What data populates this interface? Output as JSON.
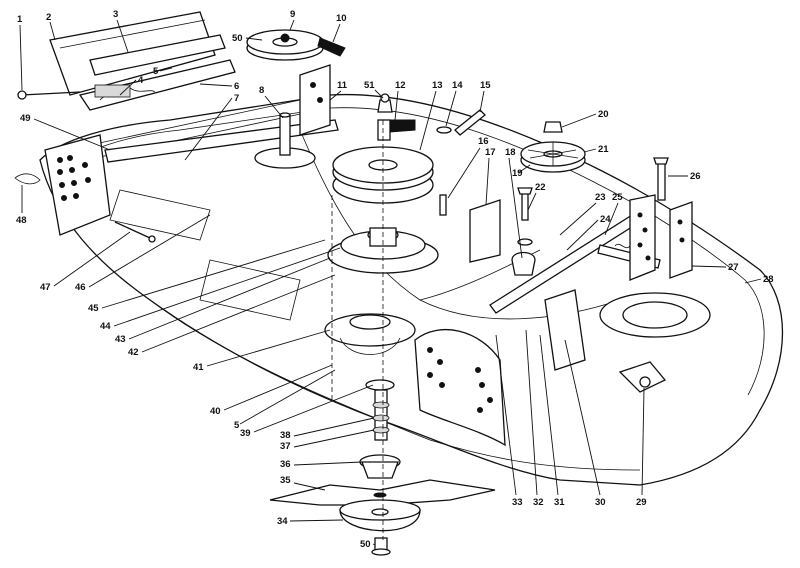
{
  "labels": [
    {
      "id": "l1",
      "text": "1"
    },
    {
      "id": "l2",
      "text": "2"
    },
    {
      "id": "l3",
      "text": "3"
    },
    {
      "id": "l4",
      "text": "4"
    },
    {
      "id": "l5a",
      "text": "5"
    },
    {
      "id": "l6",
      "text": "6"
    },
    {
      "id": "l7",
      "text": "7"
    },
    {
      "id": "l8",
      "text": "8"
    },
    {
      "id": "l9",
      "text": "9"
    },
    {
      "id": "l10",
      "text": "10"
    },
    {
      "id": "l11",
      "text": "11"
    },
    {
      "id": "l12",
      "text": "12"
    },
    {
      "id": "l13",
      "text": "13"
    },
    {
      "id": "l14",
      "text": "14"
    },
    {
      "id": "l15",
      "text": "15"
    },
    {
      "id": "l16",
      "text": "16"
    },
    {
      "id": "l17",
      "text": "17"
    },
    {
      "id": "l18",
      "text": "18"
    },
    {
      "id": "l19",
      "text": "19"
    },
    {
      "id": "l20",
      "text": "20"
    },
    {
      "id": "l21",
      "text": "21"
    },
    {
      "id": "l22",
      "text": "22"
    },
    {
      "id": "l23",
      "text": "23"
    },
    {
      "id": "l24",
      "text": "24"
    },
    {
      "id": "l25",
      "text": "25"
    },
    {
      "id": "l26",
      "text": "26"
    },
    {
      "id": "l27",
      "text": "27"
    },
    {
      "id": "l28",
      "text": "28"
    },
    {
      "id": "l29",
      "text": "29"
    },
    {
      "id": "l30",
      "text": "30"
    },
    {
      "id": "l31",
      "text": "31"
    },
    {
      "id": "l32",
      "text": "32"
    },
    {
      "id": "l33",
      "text": "33"
    },
    {
      "id": "l34",
      "text": "34"
    },
    {
      "id": "l35",
      "text": "35"
    },
    {
      "id": "l36",
      "text": "36"
    },
    {
      "id": "l37",
      "text": "37"
    },
    {
      "id": "l38",
      "text": "38"
    },
    {
      "id": "l39",
      "text": "39"
    },
    {
      "id": "l40",
      "text": "40"
    },
    {
      "id": "l41",
      "text": "41"
    },
    {
      "id": "l42",
      "text": "42"
    },
    {
      "id": "l43",
      "text": "43"
    },
    {
      "id": "l44",
      "text": "44"
    },
    {
      "id": "l45",
      "text": "45"
    },
    {
      "id": "l46",
      "text": "46"
    },
    {
      "id": "l47",
      "text": "47"
    },
    {
      "id": "l48",
      "text": "48"
    },
    {
      "id": "l49",
      "text": "49"
    },
    {
      "id": "l50a",
      "text": "50"
    },
    {
      "id": "l50b",
      "text": "50"
    },
    {
      "id": "l51",
      "text": "51"
    },
    {
      "id": "l5b",
      "text": "5"
    }
  ]
}
